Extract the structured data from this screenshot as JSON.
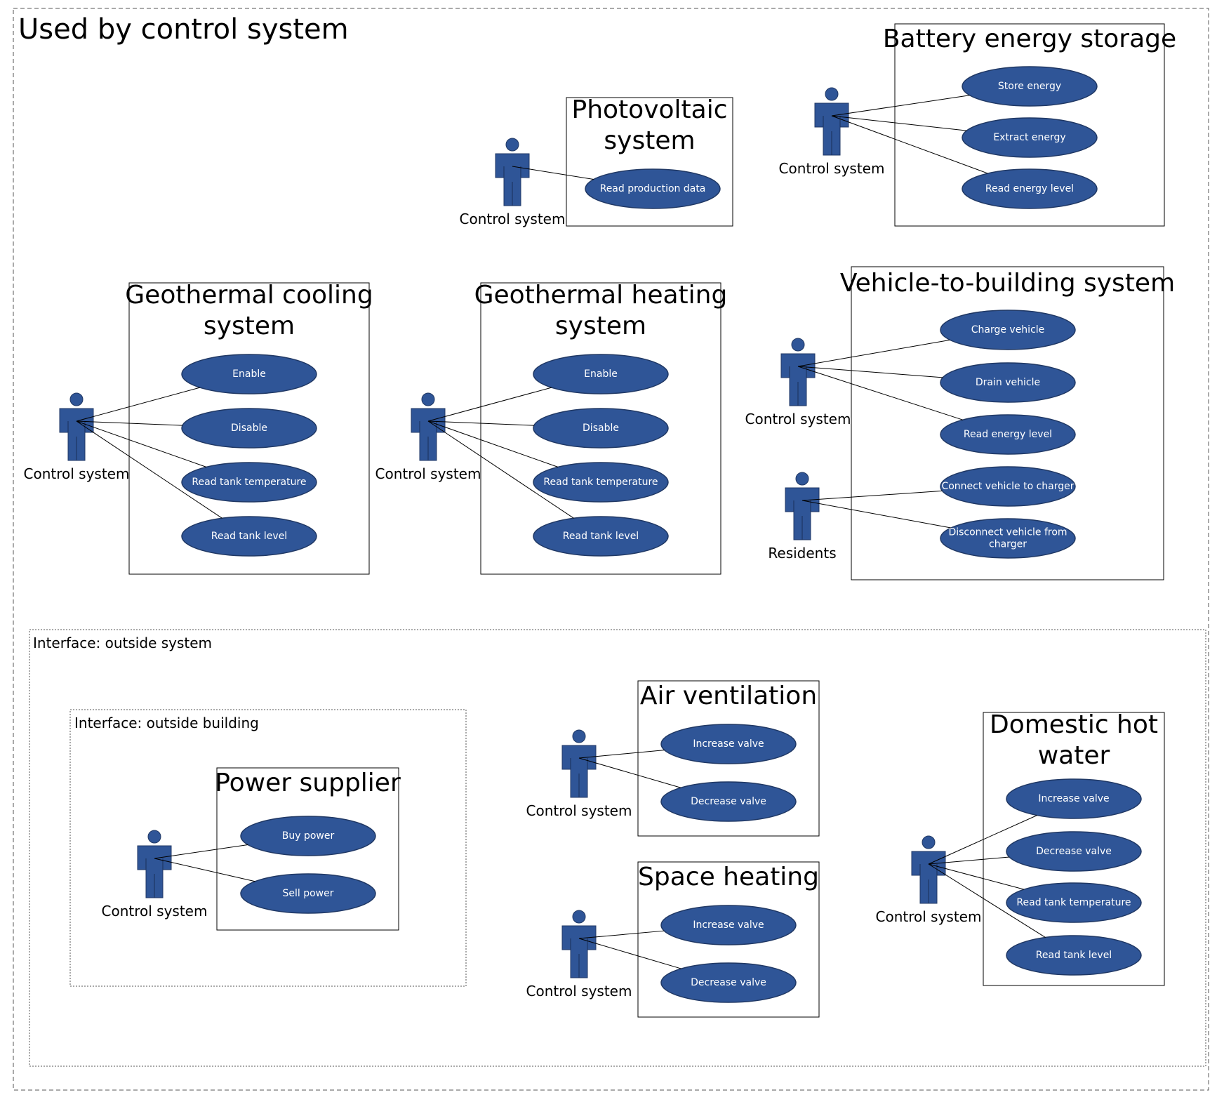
{
  "diagram": {
    "title": "Used by control system",
    "outside_system_label": "Interface: outside system",
    "outside_building_label": "Interface: outside building",
    "colors": {
      "actor": "#2f5597",
      "usecase": "#2f5597",
      "usecase_stroke": "#203864",
      "line": "#000000",
      "frame": "#000000"
    }
  },
  "systems": {
    "photovoltaic": {
      "title": [
        "Photovoltaic",
        "system"
      ],
      "actor": "Control system",
      "usecases": [
        "Read production data"
      ]
    },
    "battery": {
      "title": [
        "Battery energy storage"
      ],
      "actor": "Control system",
      "usecases": [
        "Store energy",
        "Extract energy",
        "Read energy level"
      ]
    },
    "geo_cooling": {
      "title": [
        "Geothermal cooling",
        "system"
      ],
      "actor": "Control system",
      "usecases": [
        "Enable",
        "Disable",
        "Read tank temperature",
        "Read tank level"
      ]
    },
    "geo_heating": {
      "title": [
        "Geothermal heating",
        "system"
      ],
      "actor": "Control system",
      "usecases": [
        "Enable",
        "Disable",
        "Read tank temperature",
        "Read tank level"
      ]
    },
    "v2b": {
      "title": [
        "Vehicle-to-building system"
      ],
      "actors": [
        "Control system",
        "Residents"
      ],
      "usecases": [
        "Charge vehicle",
        "Drain vehicle",
        "Read energy level",
        "Connect vehicle to charger",
        [
          "Disconnect vehicle from",
          "charger"
        ]
      ]
    },
    "power": {
      "title": [
        "Power supplier"
      ],
      "actor": "Control system",
      "usecases": [
        "Buy power",
        "Sell power"
      ]
    },
    "air": {
      "title": [
        "Air ventilation"
      ],
      "actor": "Control system",
      "usecases": [
        "Increase valve",
        "Decrease valve"
      ]
    },
    "space": {
      "title": [
        "Space heating"
      ],
      "actor": "Control system",
      "usecases": [
        "Increase valve",
        "Decrease valve"
      ]
    },
    "dhw": {
      "title": [
        "Domestic hot",
        "water"
      ],
      "actor": "Control system",
      "usecases": [
        "Increase valve",
        "Decrease valve",
        "Read tank temperature",
        "Read tank level"
      ]
    }
  }
}
